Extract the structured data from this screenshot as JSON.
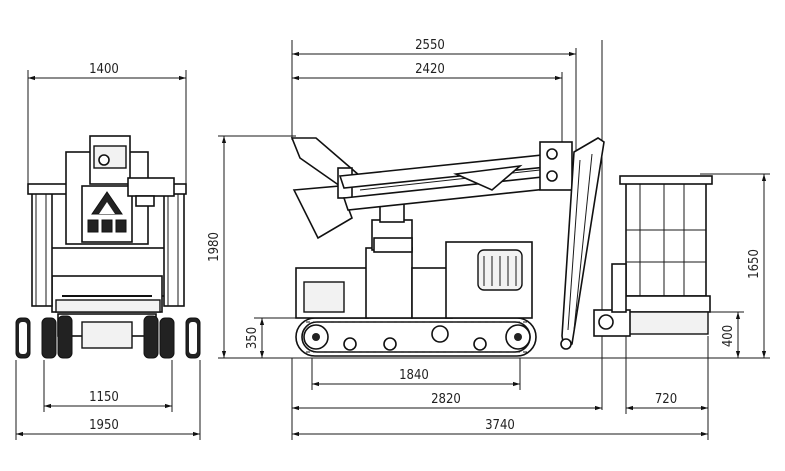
{
  "front_view": {
    "width_top": "1400",
    "track_inner": "1150",
    "track_outer": "1950"
  },
  "side_view": {
    "boom_length_outer": "2550",
    "boom_length_inner": "2420",
    "height_total": "1980",
    "ground_clearance": "350",
    "track_length": "1840",
    "machine_length": "2820",
    "overall_length": "3740",
    "basket_height": "1650",
    "basket_floor": "400",
    "basket_width": "720"
  }
}
